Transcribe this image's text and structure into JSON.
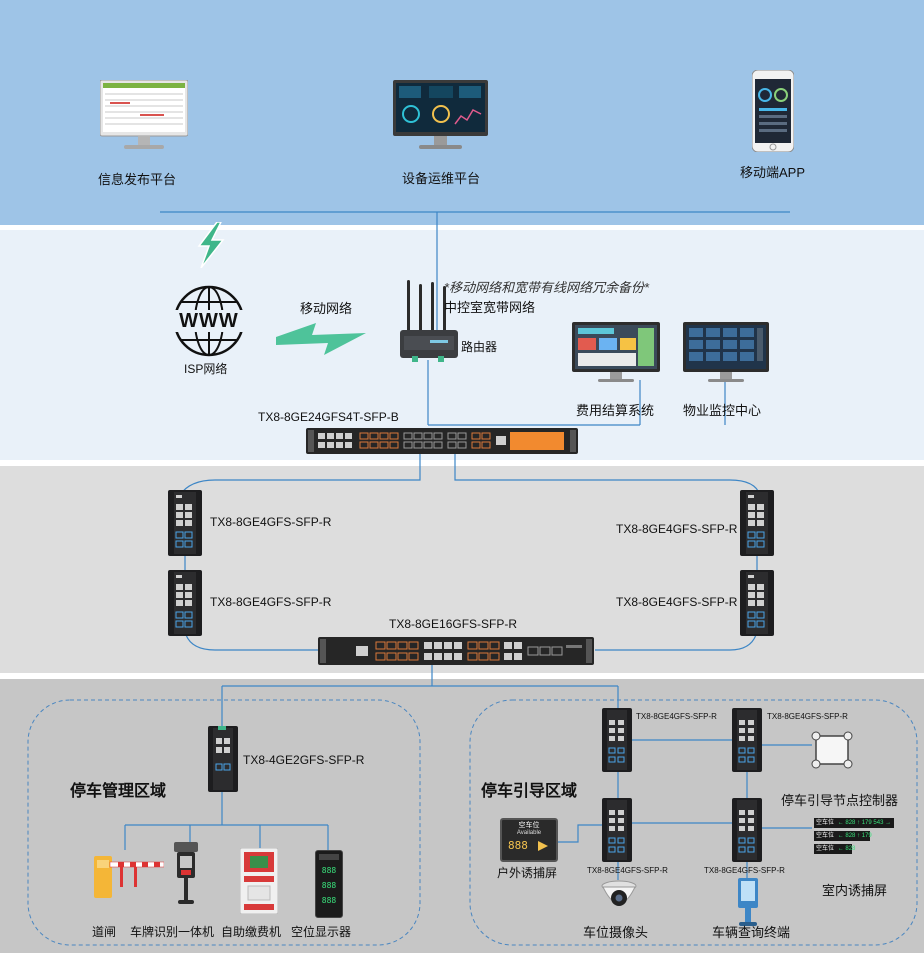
{
  "colors": {
    "band_top": "#9ec4e7",
    "band_mid": "#e9f1f9",
    "band_ring": "#dddddd",
    "band_bottom": "#c6c6c6",
    "line_blue": "#3d86c6",
    "lightning_green": "#3fb68a",
    "switch_body": "#333333",
    "orange_port": "#f28a2f"
  },
  "top": {
    "info_platform": "信息发布平台",
    "ops_platform": "设备运维平台",
    "mobile_app": "移动端APP"
  },
  "middle": {
    "backup_note": "*移动网络和宽带有线网络冗余备份*",
    "control_broadband": "中控室宽带网络",
    "mobile_network": "移动网络",
    "isp_network": "ISP网络",
    "www_text": "WWW",
    "router": "路由器",
    "billing": "费用结算系统",
    "property_center": "物业监控中心",
    "core_switch": "TX8-8GE24GFS4T-SFP-B"
  },
  "ring": {
    "sw_left_top": "TX8-8GE4GFS-SFP-R",
    "sw_left_bottom": "TX8-8GE4GFS-SFP-R",
    "sw_right_top": "TX8-8GE4GFS-SFP-R",
    "sw_right_bottom": "TX8-8GE4GFS-SFP-R",
    "aggregation_switch": "TX8-8GE16GFS-SFP-R"
  },
  "parking_mgmt": {
    "title": "停车管理区域",
    "switch": "TX8-4GE2GFS-SFP-R",
    "barrier": "道闸",
    "plate_recognition": "车牌识别一体机",
    "self_payment": "自助缴费机",
    "vacancy_display": "空位显示器",
    "led_digits": [
      "888",
      "888",
      "888"
    ]
  },
  "parking_guide": {
    "title": "停车引导区域",
    "sw_tl": "TX8-8GE4GFS-SFP-R",
    "sw_tr": "TX8-8GE4GFS-SFP-R",
    "sw_bl": "TX8-8GE4GFS-SFP-R",
    "sw_br": "TX8-8GE4GFS-SFP-R",
    "node_controller": "停车引导节点控制器",
    "outdoor_screen": "户外诱捕屏",
    "outdoor_screen_title": "空车位",
    "outdoor_screen_sub": "Available",
    "outdoor_screen_digits": "888",
    "indoor_screen": "室内诱捕屏",
    "indoor_rows": [
      {
        "a": "空车位",
        "b": "← 828",
        "c": "↑ 179",
        "d": "543 →"
      },
      {
        "a": "空车位",
        "b": "← 828",
        "c": "↑ 179"
      },
      {
        "a": "空车位",
        "b": "← 828"
      }
    ],
    "camera": "车位摄像头",
    "query_terminal": "车辆查询终端"
  }
}
